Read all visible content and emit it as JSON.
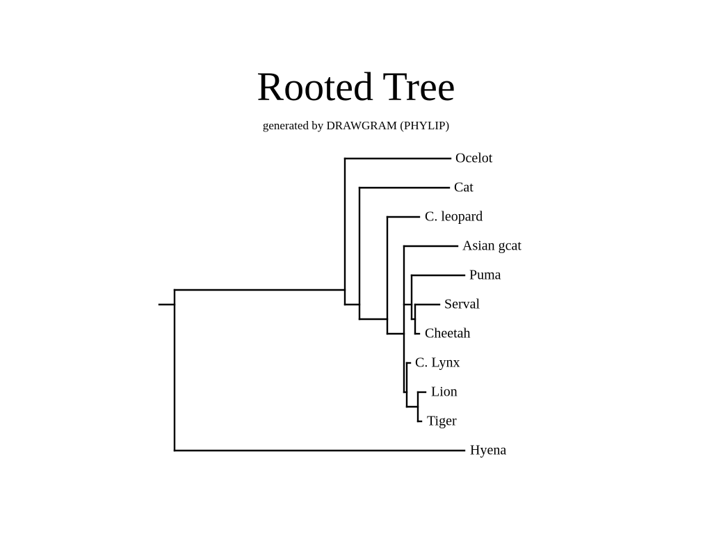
{
  "title": "Rooted Tree",
  "subtitle": "generated by DRAWGRAM (PHYLIP)",
  "taxa": [
    "Ocelot",
    "Cat",
    "C. leopard",
    "Asian gcat",
    "Puma",
    "Serval",
    "Cheetah",
    "C. Lynx",
    "Lion",
    "Tiger",
    "Hyena"
  ]
}
